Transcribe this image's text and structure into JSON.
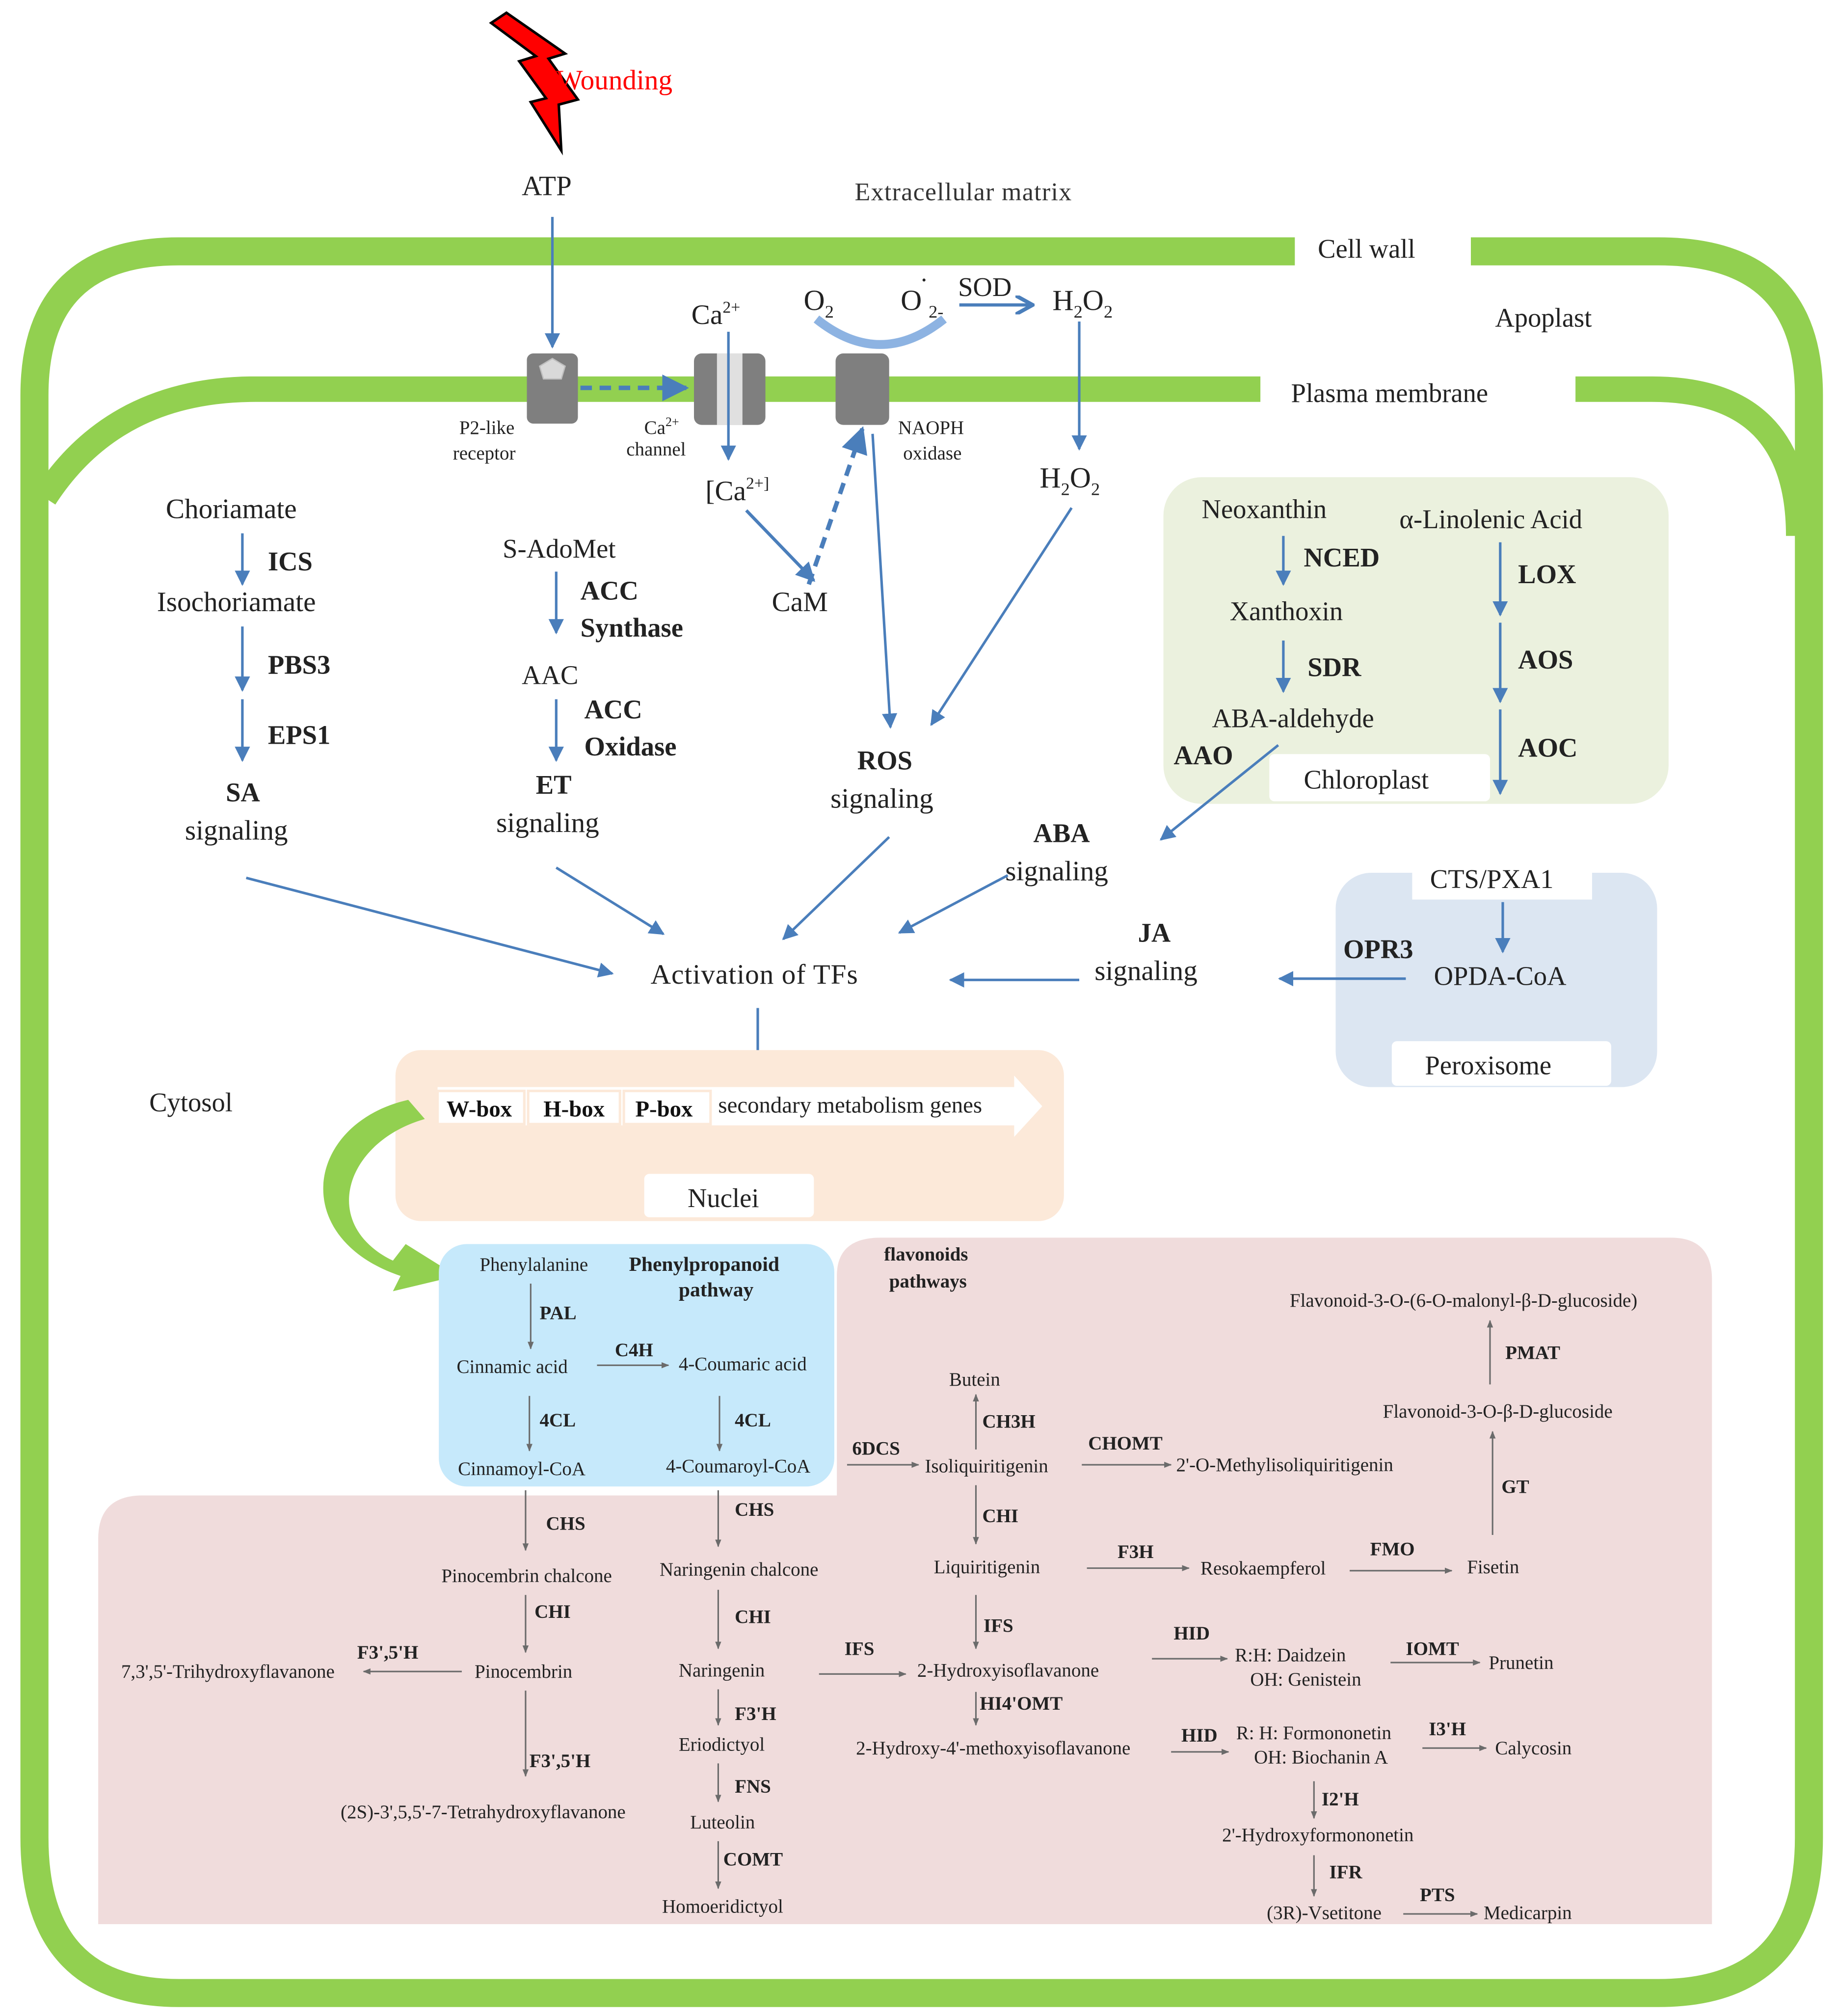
{
  "colors": {
    "green": "#92D050",
    "arrow_blue": "#4A7EBB",
    "dark_arrow": "#6b6b6b",
    "chloroplast_bg": "#EBF1DE",
    "peroxisome_bg": "#DCE6F2",
    "nuclei_bg": "#FCE9D9",
    "phenyl_bg": "#C6E9FB",
    "flavonoid_bg": "#F0DCDC",
    "wound_red": "#FF0000",
    "receptor_gray": "#7F7F7F"
  },
  "top": {
    "wounding": "Wounding",
    "atp": "ATP",
    "extracellular": "Extracellular matrix",
    "cell_wall": "Cell wall",
    "apoplast": "Apoplast",
    "plasma_membrane": "Plasma membrane",
    "cytosol": "Cytosol"
  },
  "membrane": {
    "receptor_l1": "P2-like",
    "receptor_l2": "receptor",
    "ca_channel_l1": "Ca",
    "ca_channel_sup": "2+",
    "ca_channel_l2": "channel",
    "nadph_l1": "NAOPH",
    "nadph_l2": "oxidase",
    "ca_out": "Ca",
    "ca_out_sup": "2+",
    "ca_in_open": "[Ca",
    "ca_in_sup": "2+]",
    "cam": "CaM",
    "o2": "O",
    "o2_sub": "2",
    "o2rad": "O",
    "o2rad_dot": "˙",
    "o2rad_sub": "2-",
    "sod": "SOD",
    "h2o2_out_a": "H",
    "h2o2_out_b": "2",
    "h2o2_out_c": "O",
    "h2o2_out_d": "2",
    "h2o2_in_a": "H",
    "h2o2_in_b": "2",
    "h2o2_in_c": "O",
    "h2o2_in_d": "2"
  },
  "signaling": {
    "sa_pathway": [
      "Choriamate",
      "ICS",
      "Isochoriamate",
      "PBS3",
      "EPS1"
    ],
    "sa_label": "SA",
    "et_pathway": [
      "S-AdoMet",
      "ACC",
      "Synthase",
      "AAC",
      "ACC",
      "Oxidase"
    ],
    "et_label": "ET",
    "ros_label": "ROS",
    "aba_label": "ABA",
    "ja_label": "JA",
    "signaling_word": "signaling",
    "activation": "Activation of TFs"
  },
  "chloroplast": {
    "neoxanthin": "Neoxanthin",
    "nced": "NCED",
    "xanthoxin": "Xanthoxin",
    "sdr": "SDR",
    "aba_aldehyde": "ABA-aldehyde",
    "aao": "AAO",
    "linolenic": "α-Linolenic Acid",
    "lox": "LOX",
    "aos": "AOS",
    "aoc": "AOC",
    "label": "Chloroplast"
  },
  "peroxisome": {
    "cts": "CTS/PXA1",
    "opr3": "OPR3",
    "opda": "OPDA-CoA",
    "label": "Peroxisome"
  },
  "nuclei": {
    "wbox": "W-box",
    "hbox": "H-box",
    "pbox": "P-box",
    "genes": "secondary metabolism genes",
    "label": "Nuclei"
  },
  "phenyl": {
    "title_l1": "Phenylpropanoid",
    "title_l2": "pathway",
    "phenylalanine": "Phenylalanine",
    "pal": "PAL",
    "cinnamic": "Cinnamic acid",
    "c4h": "C4H",
    "coumaric": "4-Coumaric acid",
    "fourcl_a": "4CL",
    "fourcl_b": "4CL",
    "cinnamoyl": "Cinnamoyl-CoA",
    "coumaroyl": "4-Coumaroyl-CoA"
  },
  "flavonoid": {
    "title_l1": "flavonoids",
    "title_l2": "pathways",
    "six_dcs": "6DCS",
    "isoliquiritigenin": "Isoliquiritigenin",
    "butein": "Butein",
    "ch3h": "CH3H",
    "chomt": "CHOMT",
    "methyliso": "2'-O-Methylisoliquiritigenin",
    "chi_a": "CHI",
    "liquiritigenin": "Liquiritigenin",
    "f3h": "F3H",
    "resokaempferol": "Resokaempferol",
    "fmo": "FMO",
    "fisetin": "Fisetin",
    "gt": "GT",
    "glucoside": "Flavonoid-3-O-β-D-glucoside",
    "pmat": "PMAT",
    "malonyl": "Flavonoid-3-O-(6-O-malonyl-β-D-glucoside)",
    "chs_a": "CHS",
    "pinocembrin_chalcone": "Pinocembrin chalcone",
    "chi_b": "CHI",
    "pinocembrin": "Pinocembrin",
    "f35h_a": "F3',5'H",
    "trihydroxy": "7,3',5'-Trihydroxyflavanone",
    "f35h_b": "F3',5'H",
    "tetrahydroxy": "(2S)-3',5,5'-7-Tetrahydroxyflavanone",
    "chs_b": "CHS",
    "naringenin_chalcone": "Naringenin chalcone",
    "chi_c": "CHI",
    "naringenin": "Naringenin",
    "f3primeh": "F3'H",
    "eriodictyol": "Eriodictyol",
    "fns": "FNS",
    "luteolin": "Luteolin",
    "comt": "COMT",
    "homoeridictyol": "Homoeridictyol",
    "ifs_a": "IFS",
    "ifs_b": "IFS",
    "hydroxyisoflavanone": "2-Hydroxyisoflavanone",
    "hid_a": "HID",
    "daidzein": "R:H: Daidzein",
    "genistein": "OH: Genistein",
    "iomt": "IOMT",
    "prunetin": "Prunetin",
    "hi4omt": "HI4'OMT",
    "methoxyiso": "2-Hydroxy-4'-methoxyisoflavanone",
    "hid_b": "HID",
    "formononetin": "R: H: Formononetin",
    "biochanin": "OH: Biochanin A",
    "i3h": "I3'H",
    "calycosin": "Calycosin",
    "i2h": "I2'H",
    "hydroxyformononetin": "2'-Hydroxyformononetin",
    "ifr": "IFR",
    "vsetitone": "(3R)-Vsetitone",
    "pts": "PTS",
    "medicarpin": "Medicarpin"
  }
}
